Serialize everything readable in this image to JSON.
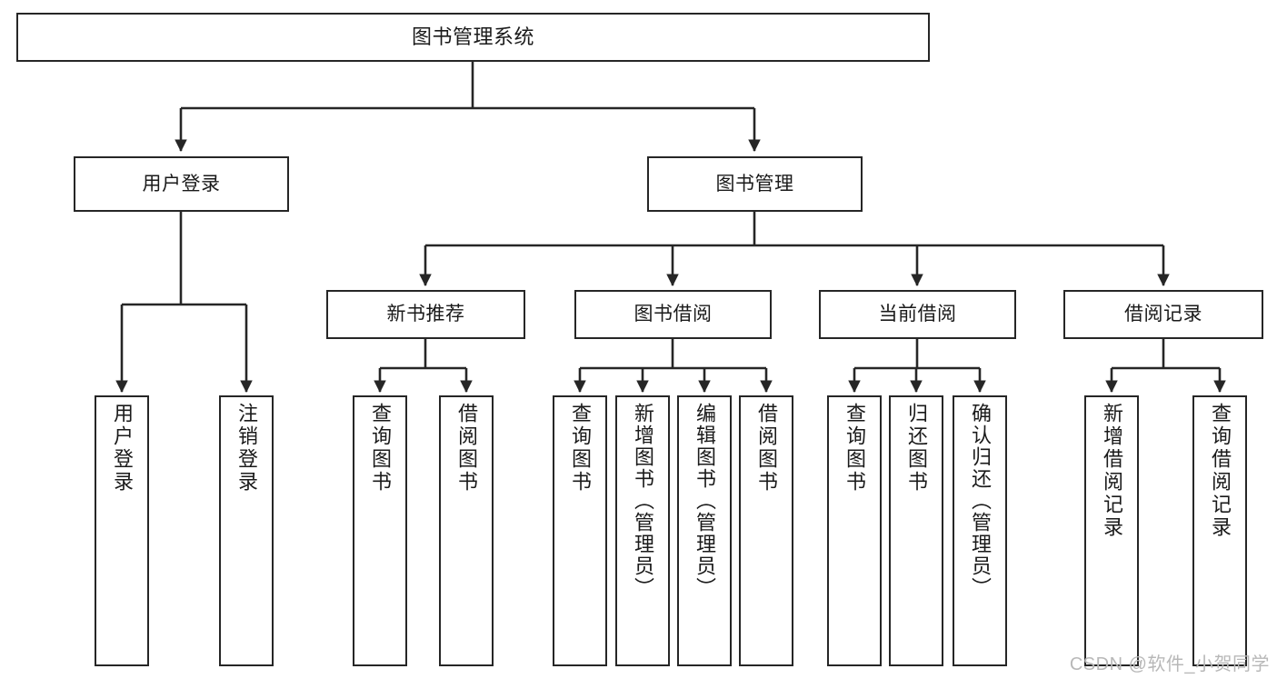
{
  "diagram": {
    "type": "tree-hierarchy-chart",
    "title": "图书管理系统",
    "watermark": "CSDN @软件_小贺同学",
    "colors": {
      "stroke": "#262626",
      "fill": "#ffffff",
      "text": "#1a1a1a",
      "watermark": "#b8b8b8"
    },
    "nodes": {
      "root": {
        "label": "图书管理系统"
      },
      "level1": [
        {
          "label": "用户登录"
        },
        {
          "label": "图书管理"
        }
      ],
      "level2": [
        {
          "label": "新书推荐"
        },
        {
          "label": "图书借阅"
        },
        {
          "label": "当前借阅"
        },
        {
          "label": "借阅记录"
        }
      ],
      "leaves": {
        "user_login": [
          {
            "label": "用户登录"
          },
          {
            "label": "注销登录"
          }
        ],
        "new_book_recommend": [
          {
            "label": "查询图书"
          },
          {
            "label": "借阅图书"
          }
        ],
        "book_borrow": [
          {
            "label": "查询图书"
          },
          {
            "label": "新增图书（管理员）"
          },
          {
            "label": "编辑图书（管理员）"
          },
          {
            "label": "借阅图书"
          }
        ],
        "current_borrow": [
          {
            "label": "查询图书"
          },
          {
            "label": "归还图书"
          },
          {
            "label": "确认归还（管理员）"
          }
        ],
        "borrow_record": [
          {
            "label": "新增借阅记录"
          },
          {
            "label": "查询借阅记录"
          }
        ]
      }
    }
  }
}
